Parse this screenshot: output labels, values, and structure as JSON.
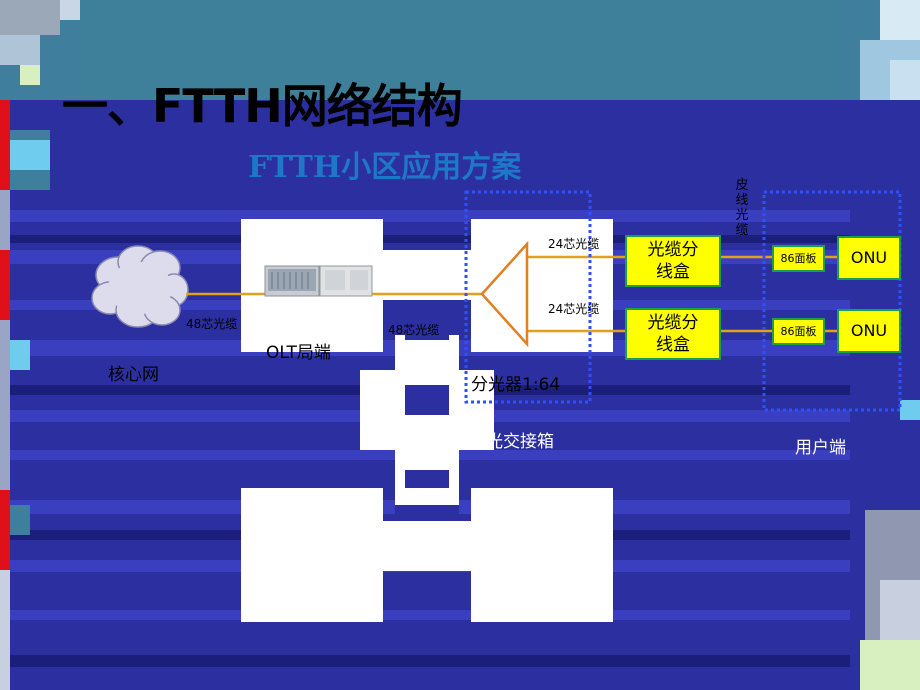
{
  "slide": {
    "title": "一、FTTH网络结构",
    "subtitle": "FTTH小区应用方案"
  },
  "diagram": {
    "core_network": "核心网",
    "cable_core_48_a": "48芯光缆",
    "olt": "OLT局端",
    "cable_core_48_b": "48芯光缆",
    "cable_core_24_top": "24芯光缆",
    "cable_core_24_bottom": "24芯光缆",
    "splitter": "分光器1:64",
    "cross_box": "光交接箱",
    "distribution_box_top": "光缆分\n线盒",
    "distribution_box_bottom": "光缆分\n线盒",
    "drop_cable": "皮线光缆",
    "panel_top": "86面板",
    "panel_bottom": "86面板",
    "onu_top": "ONU",
    "onu_bottom": "ONU",
    "user_end": "用户端"
  },
  "colors": {
    "background_blue": "#2B2FA0",
    "line_orange": "#E0A020",
    "box_yellow": "#FFFF00",
    "box_border": "#1aa04a",
    "dashed_blue": "#3050FF",
    "subtitle_blue": "#1E78C8"
  }
}
